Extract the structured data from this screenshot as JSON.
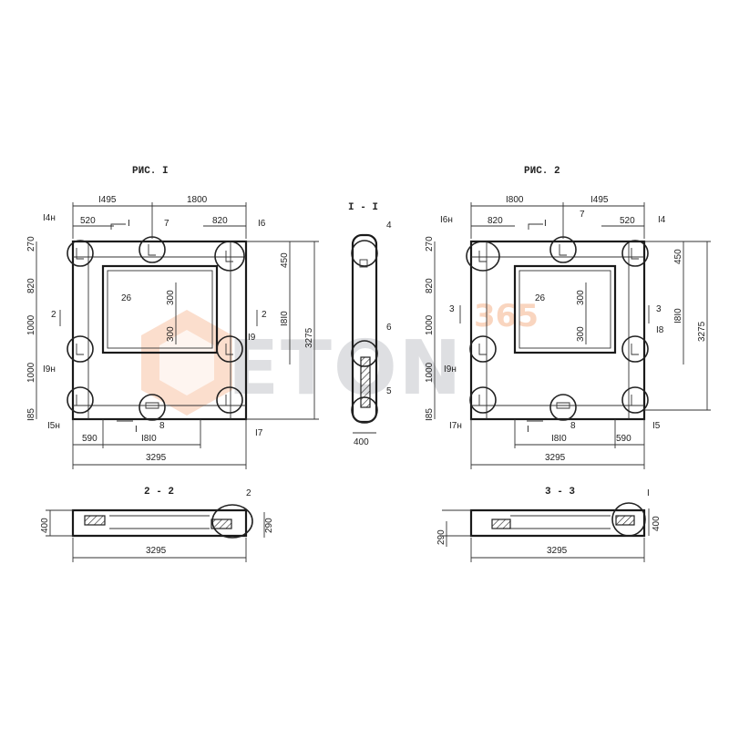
{
  "fig1": {
    "title": "РИС. I",
    "dims": {
      "top_left": "I495",
      "top_right": "1800",
      "top_a": "520",
      "top_b": "820",
      "left_1": "270",
      "left_2": "820",
      "left_3": "1000",
      "left_4": "1000",
      "left_5": "I85",
      "inner_1": "300",
      "inner_2": "300",
      "right_1": "450",
      "right_2": "I8I0",
      "right_3": "3275",
      "bottom_1": "590",
      "bottom_2": "I8I0",
      "bottom_total": "3295"
    },
    "callouts": {
      "c14": "I4н",
      "c7": "7",
      "c16": "I6",
      "c26": "26",
      "c19n": "I9н",
      "c19": "I9",
      "c15n": "I5н",
      "c8": "8",
      "c17": "I7"
    },
    "cuts": {
      "a": "I",
      "b": "2",
      "c": "2",
      "d": "I"
    }
  },
  "fig2": {
    "title": "РИС. 2",
    "dims": {
      "top_left": "I800",
      "top_right": "I495",
      "top_a": "820",
      "top_b": "520",
      "left_1": "270",
      "left_2": "820",
      "left_3": "1000",
      "left_4": "1000",
      "left_5": "I85",
      "inner_1": "300",
      "inner_2": "300",
      "right_1": "450",
      "right_2": "I8I0",
      "right_3": "3275",
      "bottom_1": "I8I0",
      "bottom_2": "590",
      "bottom_total": "3295"
    },
    "callouts": {
      "c16n": "I6н",
      "c7": "7",
      "c14": "I4",
      "c26": "26",
      "c19n": "I9н",
      "c18": "I8",
      "c17n": "I7н",
      "c8": "8",
      "c15": "I5"
    },
    "cuts": {
      "a": "I",
      "b": "3",
      "c": "3",
      "d": "I"
    }
  },
  "sec11": {
    "title": "I - I",
    "w": "400",
    "c4": "4",
    "c6": "6",
    "c5": "5"
  },
  "sec22": {
    "title": "2 - 2",
    "h1": "400",
    "h2": "290",
    "total": "3295",
    "c2": "2"
  },
  "sec33": {
    "title": "3 - 3",
    "h1": "400",
    "h2": "290",
    "total": "3295",
    "c1": "I"
  },
  "watermark": {
    "text": "ETON",
    "num": "365"
  }
}
